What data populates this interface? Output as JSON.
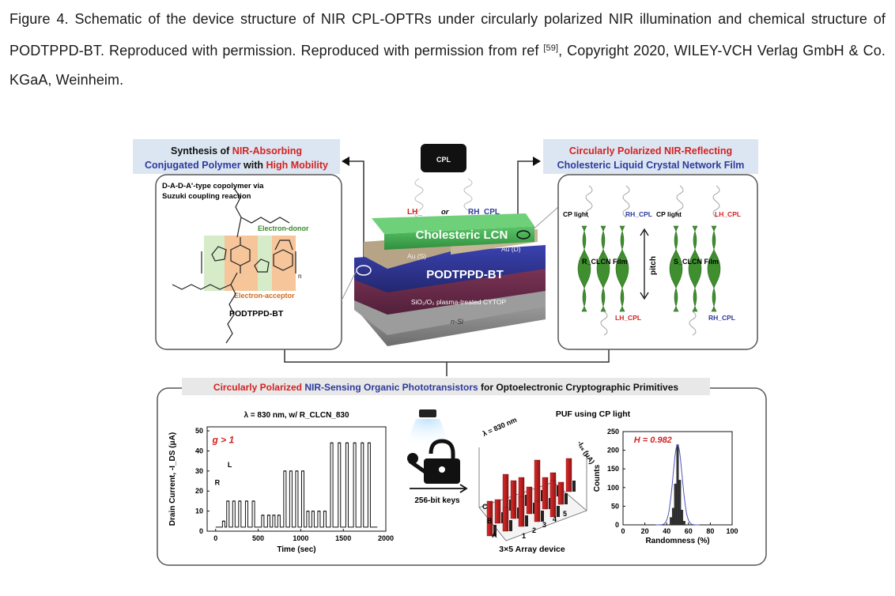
{
  "caption": {
    "label": "Figure 4.",
    "text": " Schematic of the device structure of NIR CPL-OPTRs under circularly polarized NIR illumination and chemical structure of PODTPPD-BT. Reproduced with permission. Reproduced with permission from ref ",
    "ref": "[59]",
    "text2": ", Copyright 2020, WILEY-VCH Verlag  GmbH & Co. KGaA, Weinheim."
  },
  "left_panel": {
    "title_line1_a": "Synthesis of ",
    "title_line1_b": "NIR-Absorbing",
    "title_line2_a": "Conjugated Polymer",
    "title_line2_b": " with ",
    "title_line2_c": "High Mobility",
    "desc1": "D-A-D-A'-type copolymer via",
    "desc2": "Suzuki coupling reaction",
    "donor": "Electron-donor",
    "acceptor": "Electron-acceptor",
    "name": "PODTPPD-BT",
    "n": "n"
  },
  "center": {
    "cpl": "CPL",
    "lh": "LH_",
    "or": "or",
    "rh": "RH_CPL",
    "lcn": "Cholesteric LCN",
    "au_s": "Au (S)",
    "au_d": "Au (D)",
    "podt": "PODTPPD-BT",
    "sio2": "SiO₂/O₂ plasma-treated CYTOP",
    "nsi": "n-Si"
  },
  "right_panel": {
    "title_line1_a": "Circularly Polarized ",
    "title_line1_b": "NIR-Reflecting",
    "title_line2": "Cholesteric Liquid Crystal Network Film",
    "cp_light1": "CP light",
    "rh_cpl1": "RH_CPL",
    "cp_light2": "CP light",
    "lh_cpl1": "LH_CPL",
    "film_r": "R_CLCN Film",
    "film_s": "S_CLCN Film",
    "pitch": "pitch",
    "lh_cpl2": "LH_CPL",
    "rh_cpl2": "RH_CPL"
  },
  "bottom_panel": {
    "title_a": "Circularly Polarized ",
    "title_b": "NIR-Sensing Organic Phototransistors",
    "title_c": " for Optoelectronic Cryptographic Primitives",
    "keys": "256-bit keys",
    "array_title": "PUF using CP light",
    "array_lambda": "λ = 830 nm",
    "array_zlabel": "-Iₓₛ (μA)",
    "array_rows": [
      "A",
      "B",
      "C"
    ],
    "array_cols": [
      "1",
      "2",
      "3",
      "4",
      "5"
    ],
    "array_caption": "3×5 Array device"
  },
  "chart_data": [
    {
      "type": "line",
      "title": "λ = 830 nm, w/ R_CLCN_830",
      "xlabel": "Time (sec)",
      "ylabel": "Drain Current, -I_DS (μA)",
      "annotation": "g > 1",
      "marker_r": "R",
      "marker_l": "L",
      "xlim": [
        -100,
        2000
      ],
      "ylim": [
        0,
        52
      ],
      "xticks": [
        "0",
        "500",
        "1000",
        "1500",
        "2000"
      ],
      "yticks": [
        "0",
        "10",
        "20",
        "30",
        "40",
        "50"
      ],
      "baseline": 2,
      "pulses": [
        {
          "x": 80,
          "y": 5
        },
        {
          "x": 130,
          "y": 15
        },
        {
          "x": 200,
          "y": 15
        },
        {
          "x": 270,
          "y": 15
        },
        {
          "x": 350,
          "y": 15
        },
        {
          "x": 430,
          "y": 15
        },
        {
          "x": 540,
          "y": 8
        },
        {
          "x": 610,
          "y": 8
        },
        {
          "x": 670,
          "y": 8
        },
        {
          "x": 730,
          "y": 8
        },
        {
          "x": 800,
          "y": 30
        },
        {
          "x": 870,
          "y": 30
        },
        {
          "x": 940,
          "y": 30
        },
        {
          "x": 1010,
          "y": 30
        },
        {
          "x": 1070,
          "y": 10
        },
        {
          "x": 1130,
          "y": 10
        },
        {
          "x": 1200,
          "y": 10
        },
        {
          "x": 1270,
          "y": 10
        },
        {
          "x": 1350,
          "y": 44
        },
        {
          "x": 1440,
          "y": 44
        },
        {
          "x": 1530,
          "y": 44
        },
        {
          "x": 1620,
          "y": 44
        },
        {
          "x": 1710,
          "y": 44
        },
        {
          "x": 1790,
          "y": 44
        }
      ]
    },
    {
      "type": "bar",
      "title": "H = 0.982",
      "xlabel": "Randomness (%)",
      "ylabel": "Counts",
      "xlim": [
        0,
        100
      ],
      "ylim": [
        0,
        250
      ],
      "xticks": [
        "0",
        "20",
        "40",
        "60",
        "80",
        "100"
      ],
      "yticks": [
        "0",
        "50",
        "100",
        "150",
        "200",
        "250"
      ],
      "bins": [
        {
          "x": 44,
          "y": 20
        },
        {
          "x": 46,
          "y": 45
        },
        {
          "x": 48,
          "y": 110
        },
        {
          "x": 50,
          "y": 215
        },
        {
          "x": 52,
          "y": 120
        },
        {
          "x": 54,
          "y": 40
        },
        {
          "x": 56,
          "y": 10
        }
      ],
      "fit_center": 50,
      "fit_sigma": 4.2,
      "fit_peak": 215
    }
  ],
  "colors": {
    "lcn_green": "#3aa64a",
    "podt_blue": "#2b2f8a",
    "cytop_purple": "#6e2a4b",
    "si_gray": "#8d8d8d",
    "au_tan": "#b7a486",
    "accent_red": "#d32222",
    "accent_blue": "#2d3a9c",
    "tag_bg": "#dce6f2",
    "donor_green": "#d6ebc8",
    "acceptor_orange": "#f6c59a"
  }
}
